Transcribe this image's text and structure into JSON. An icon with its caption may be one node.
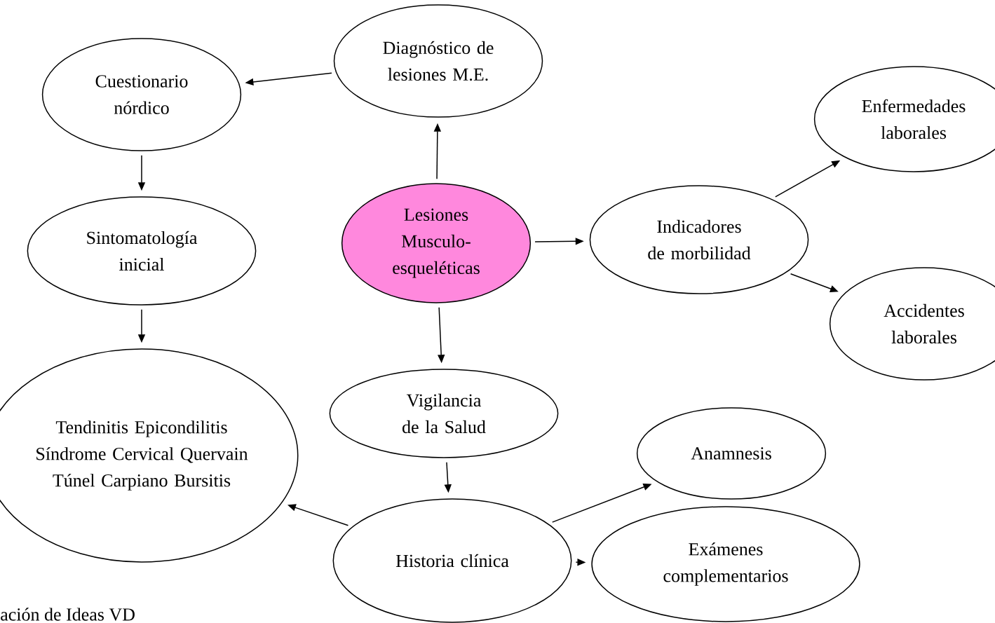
{
  "diagram": {
    "nodes": [
      {
        "text": [
          "Diagnóstico de lesiones M.E."
        ]
      },
      {
        "text": [
          "Cuestionario nórdico"
        ]
      },
      {
        "text": [
          "Enfermedades laborales"
        ]
      },
      {
        "text": [
          "Lesiones Musculo-esqueléticas"
        ]
      },
      {
        "text": [
          "Indicadores de morbilidad"
        ]
      },
      {
        "text": [
          "Sintomatología inicial"
        ]
      },
      {
        "text": [
          "Accidentes laborales"
        ]
      },
      {
        "text": [
          "Vigilancia de la Salud"
        ]
      },
      {
        "text": [
          "Tendinitis Epicondilitis Síndrome Cervical Quervain Túnel Carpiano Bursitis"
        ]
      },
      {
        "text": [
          "Anamnesis"
        ]
      },
      {
        "text": [
          "Historia clínica"
        ]
      },
      {
        "text": [
          "Exámenes complementarios"
        ]
      }
    ],
    "edges": [
      {
        "from": 0,
        "to": 1,
        "arrow": "to"
      },
      {
        "from": 1,
        "to": 5,
        "arrow": "to"
      },
      {
        "from": 5,
        "to": 8,
        "arrow": "to"
      },
      {
        "from": 3,
        "to": 0,
        "arrow": "to"
      },
      {
        "from": 3,
        "to": 4,
        "arrow": "to"
      },
      {
        "from": 4,
        "to": 2,
        "arrow": "to"
      },
      {
        "from": 4,
        "to": 6,
        "arrow": "to"
      },
      {
        "from": 3,
        "to": 7,
        "arrow": "to"
      },
      {
        "from": 7,
        "to": 10,
        "arrow": "to"
      },
      {
        "from": 10,
        "to": 8,
        "arrow": "to"
      },
      {
        "from": 10,
        "to": 9,
        "arrow": "to"
      },
      {
        "from": 10,
        "to": 11,
        "arrow": "to"
      }
    ],
    "labels": [
      "ación de Ideas VD"
    ]
  }
}
